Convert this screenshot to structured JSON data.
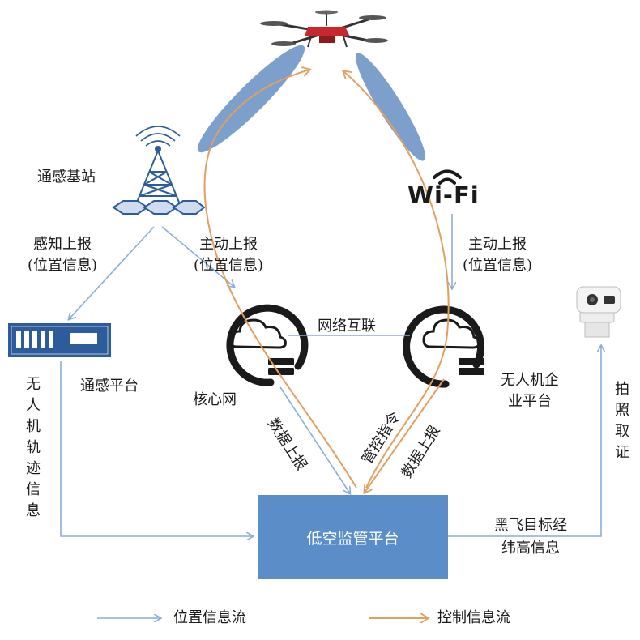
{
  "colors": {
    "position_flow": "#8aaed6",
    "control_flow": "#e0a060",
    "box": "#5b8ec9",
    "antenna_beam": "#6e95c6",
    "tower": "#2e5c9a"
  },
  "icons": {
    "drone": "drone-icon",
    "tower": "base-station-tower-icon",
    "wifi": "wifi-icon",
    "cloud": "cloud-icon",
    "server": "server-icon",
    "camera": "ptz-camera-icon"
  },
  "nodes": {
    "base_station": "通感基站",
    "wifi": "Wi-Fi",
    "core_network": "核心网",
    "enterprise_platform": "无人机企业平台",
    "sensing_platform": "通感平台",
    "regulatory_platform": "低空监管平台"
  },
  "edges": {
    "sense_report": "感知上报",
    "position_info": "(位置信息)",
    "active_report": "主动上报",
    "network_interconnect": "网络互联",
    "uav_track_info": "无人机轨迹信息",
    "data_report": "数据上报",
    "control_command": "管控指令",
    "black_flight_info_line1": "黑飞目标经",
    "black_flight_info_line2": "纬高信息",
    "photo_evidence": "拍照取证"
  },
  "legend": {
    "position_flow": "位置信息流",
    "control_flow": "控制信息流"
  }
}
